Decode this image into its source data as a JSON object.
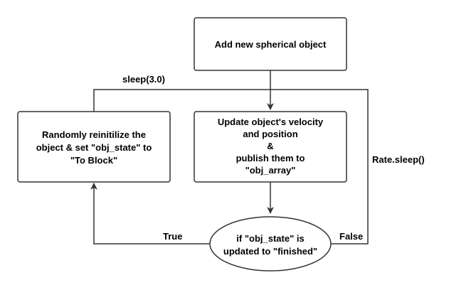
{
  "nodes": {
    "add_object": {
      "lines": [
        "Add new spherical object"
      ]
    },
    "update": {
      "lines": [
        "Update object's velocity",
        "and position",
        "&",
        "publish them to",
        "\"obj_array\""
      ]
    },
    "reinit": {
      "lines": [
        "Randomly reinitilize the",
        "object & set \"obj_state\" to",
        "\"To Block\""
      ]
    },
    "decision": {
      "lines": [
        "if \"obj_state\" is",
        "updated to \"finished\""
      ]
    }
  },
  "edges": {
    "sleep_label": "sleep(3.0)",
    "rate_label": "Rate.sleep()",
    "true_label": "True",
    "false_label": "False"
  },
  "colors": {
    "stroke": "#333333",
    "text": "#000000",
    "background": "#ffffff"
  }
}
